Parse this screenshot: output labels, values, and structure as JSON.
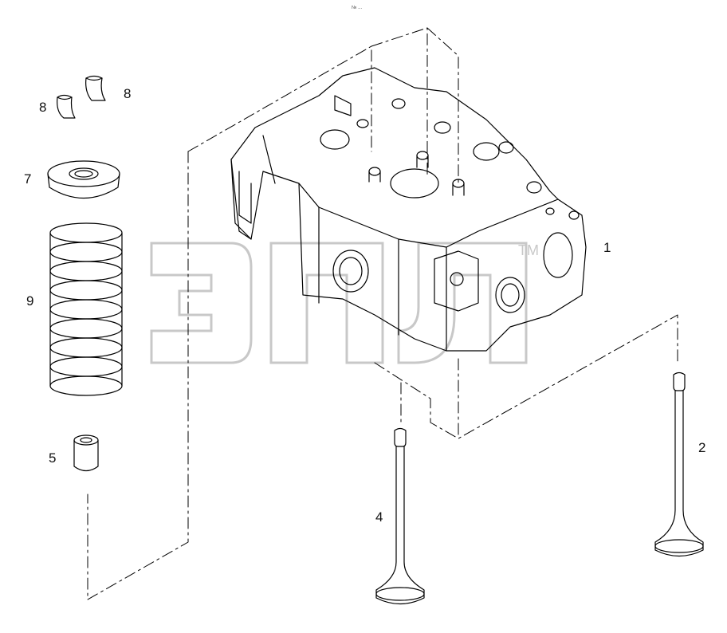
{
  "diagram": {
    "corner_mark": "№ ...",
    "watermark_text": "ЭПЛ",
    "watermark_trademark": "TM",
    "callouts": {
      "c1": "1",
      "c2": "2",
      "c4": "4",
      "c5": "5",
      "c7": "7",
      "c8a": "8",
      "c8b": "8",
      "c9": "9"
    }
  }
}
